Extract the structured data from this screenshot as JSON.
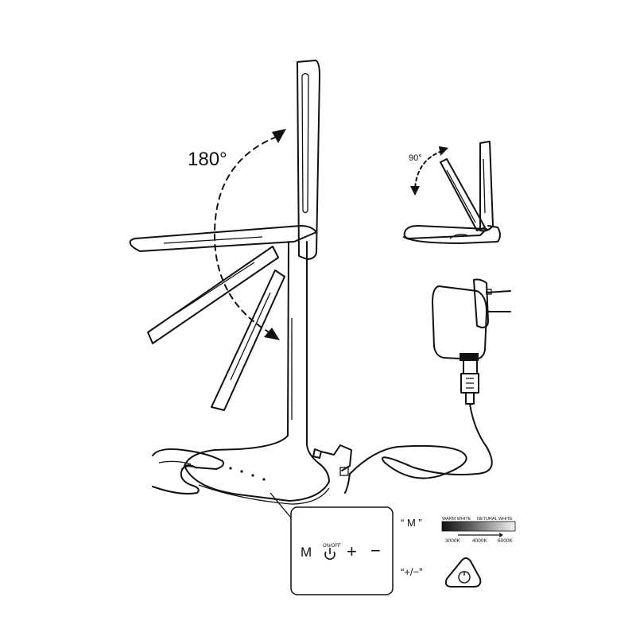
{
  "rotation": {
    "large_angle": "180°",
    "small_angle": "90°"
  },
  "control_panel": {
    "mode_key": "M",
    "power_caption": "ON/OFF",
    "plus_key": "+",
    "minus_key": "−"
  },
  "legend": {
    "mode_label": "“ M ”",
    "adjust_label": "“+/−”",
    "warm_label": "WARM WHITE",
    "neutral_label": "NETURAL WHITE",
    "temps": [
      "3000K",
      "4000K",
      "6000K"
    ]
  },
  "colors": {
    "ink": "#111111",
    "paper": "#ffffff"
  }
}
